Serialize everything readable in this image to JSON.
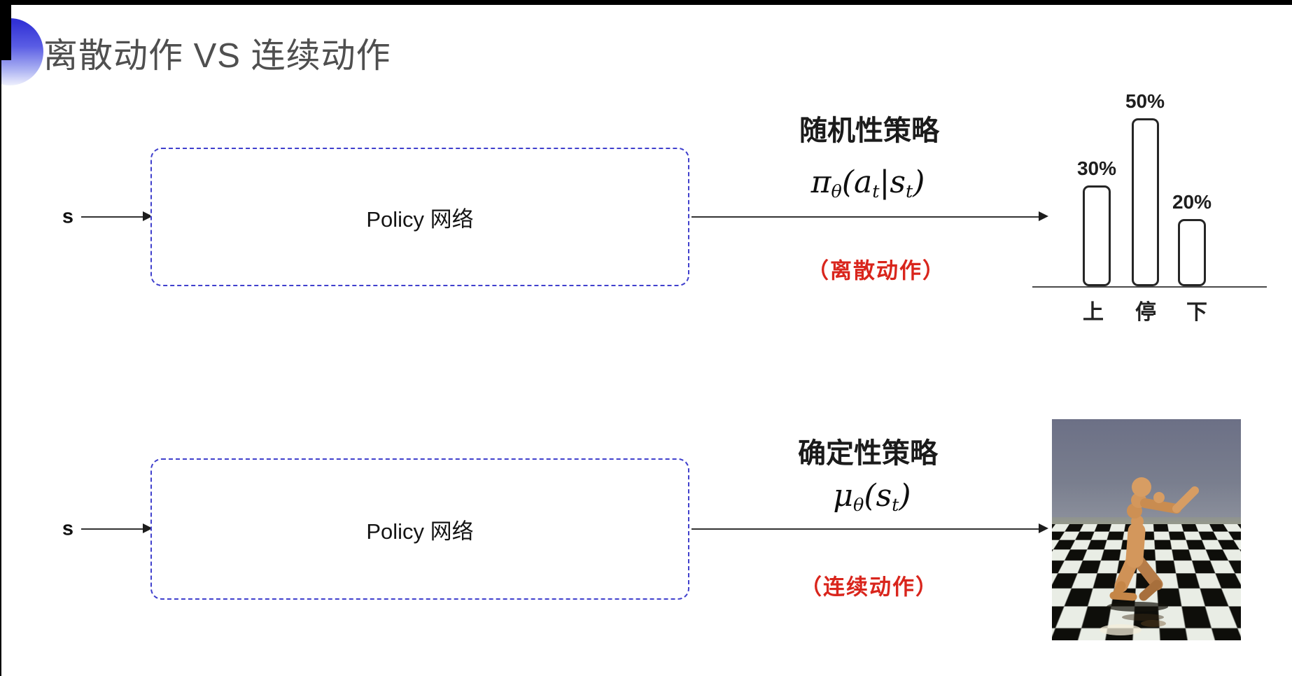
{
  "page": {
    "title": "离散动作 VS 连续动作"
  },
  "rows": [
    {
      "input_label": "s",
      "box_label": "Policy 网络",
      "policy_type": "随机性策略",
      "action_type": "（离散动作）",
      "formula": {
        "base": "π",
        "base_sub": "θ",
        "open": "(",
        "arg1": "a",
        "arg1_sub": "t",
        "sep": "|",
        "arg2": "s",
        "arg2_sub": "t",
        "close": ")"
      }
    },
    {
      "input_label": "s",
      "box_label": "Policy 网络",
      "policy_type": "确定性策略",
      "action_type": "（连续动作）",
      "formula": {
        "base": "μ",
        "base_sub": "θ",
        "open": "(",
        "arg1": "s",
        "arg1_sub": "t",
        "close": ")"
      }
    }
  ],
  "chart_data": {
    "type": "bar",
    "categories": [
      "上",
      "停",
      "下"
    ],
    "values": [
      30,
      50,
      20
    ],
    "value_labels": [
      "30%",
      "50%",
      "20%"
    ],
    "title": "",
    "xlabel": "",
    "ylabel": "",
    "ylim": [
      0,
      55
    ],
    "grid": false,
    "legend": null,
    "bar_style": "outlined white bars with rounded corners on a plain baseline"
  },
  "sim_image": {
    "alt": "humanoid-robot-on-checkerboard-floor"
  },
  "colors": {
    "accent_blue_dashed_box": "#4040cd",
    "highlight_red": "#d9251c",
    "title_gray": "#4f4f4f",
    "deco_circle_blue": "#3232d6"
  }
}
